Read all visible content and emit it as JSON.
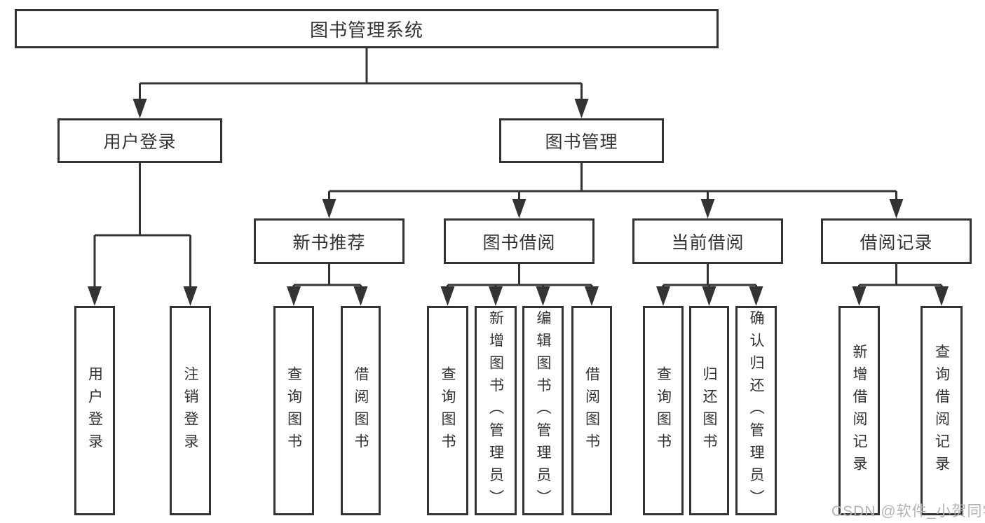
{
  "watermark": "CSDN @软件_小贺同学",
  "colors": {
    "line": "#333333",
    "box_border": "#333333",
    "box_fill": "#ffffff",
    "text": "#333333",
    "watermark": "#b3b3b3",
    "background": "#ffffff"
  },
  "tree": {
    "root": {
      "label": "图书管理系统"
    },
    "branches": [
      {
        "label": "用户登录",
        "children": [
          {
            "label": "用户登录"
          },
          {
            "label": "注销登录"
          }
        ]
      },
      {
        "label": "图书管理",
        "children": [
          {
            "label": "新书推荐",
            "children": [
              {
                "label": "查询图书"
              },
              {
                "label": "借阅图书"
              }
            ]
          },
          {
            "label": "图书借阅",
            "children": [
              {
                "label": "查询图书"
              },
              {
                "label": "新增图书（管理员）"
              },
              {
                "label": "编辑图书（管理员）"
              },
              {
                "label": "借阅图书"
              }
            ]
          },
          {
            "label": "当前借阅",
            "children": [
              {
                "label": "查询图书"
              },
              {
                "label": "归还图书"
              },
              {
                "label": "确认归还（管理员）"
              }
            ]
          },
          {
            "label": "借阅记录",
            "children": [
              {
                "label": "新增借阅记录"
              },
              {
                "label": "查询借阅记录"
              }
            ]
          }
        ]
      }
    ]
  }
}
